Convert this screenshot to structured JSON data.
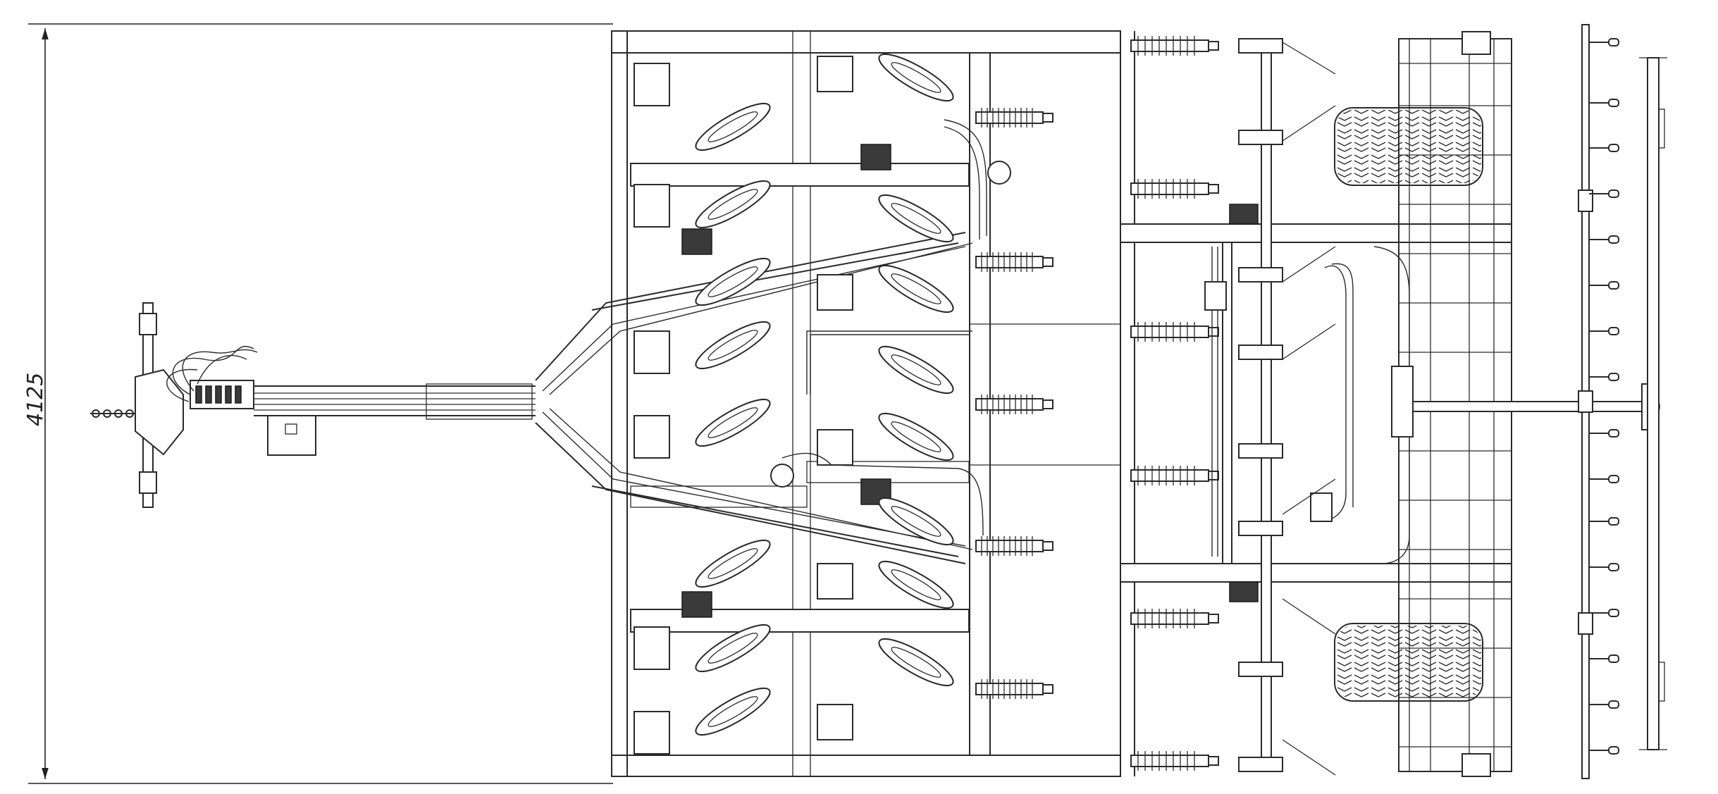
{
  "dimension": {
    "value": "4125"
  },
  "components": {
    "tyre_count": 2,
    "disc_rows": 2,
    "tine_rows": 2
  }
}
